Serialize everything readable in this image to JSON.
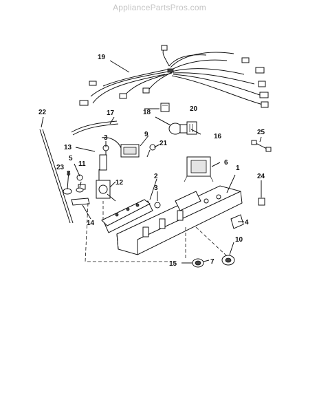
{
  "watermark": "AppliancePartsPros.com",
  "callouts": [
    {
      "id": "p1",
      "text": "1"
    },
    {
      "id": "p2",
      "text": "2"
    },
    {
      "id": "p3",
      "text": "3"
    },
    {
      "id": "p3b",
      "text": "3"
    },
    {
      "id": "p4",
      "text": "4"
    },
    {
      "id": "p5",
      "text": "5"
    },
    {
      "id": "p6",
      "text": "6"
    },
    {
      "id": "p7",
      "text": "7"
    },
    {
      "id": "p8",
      "text": "8"
    },
    {
      "id": "p9",
      "text": "9"
    },
    {
      "id": "p10",
      "text": "10"
    },
    {
      "id": "p11",
      "text": "11"
    },
    {
      "id": "p12",
      "text": "12"
    },
    {
      "id": "p13",
      "text": "13"
    },
    {
      "id": "p14",
      "text": "14"
    },
    {
      "id": "p15",
      "text": "15"
    },
    {
      "id": "p16",
      "text": "16"
    },
    {
      "id": "p17",
      "text": "17"
    },
    {
      "id": "p18",
      "text": "18"
    },
    {
      "id": "p19",
      "text": "19"
    },
    {
      "id": "p20",
      "text": "20"
    },
    {
      "id": "p21",
      "text": "21"
    },
    {
      "id": "p22",
      "text": "22"
    },
    {
      "id": "p23",
      "text": "23"
    },
    {
      "id": "p24",
      "text": "24"
    },
    {
      "id": "p25",
      "text": "25"
    }
  ]
}
